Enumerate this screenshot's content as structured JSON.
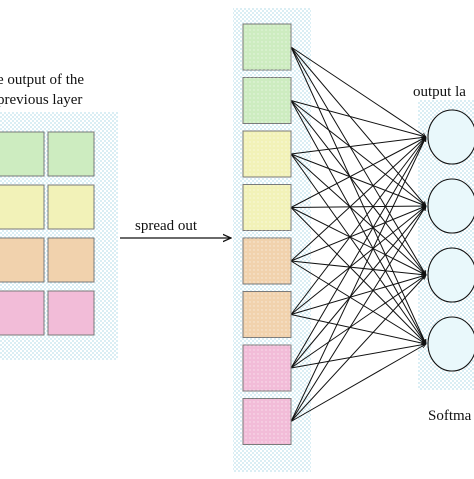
{
  "labels": {
    "prev_layer_line1": "e output of the",
    "prev_layer_line2": "previous layer",
    "spread_out": "spread out",
    "output_layer": "output la",
    "softmax": "Softma"
  },
  "colors": {
    "green": "#cdecc0",
    "yellow": "#f2f2b8",
    "orange": "#f1d2ad",
    "pink": "#f2bcd8",
    "cell_border": "#7a7a7a",
    "dotted_bg": "#bfe3ec",
    "node_fill": "#e9f8fb",
    "node_border": "#111111",
    "edge": "#111111"
  },
  "input_grid": {
    "rows": [
      "green",
      "yellow",
      "orange",
      "pink"
    ],
    "columns": 2
  },
  "flattened": [
    "green",
    "green",
    "yellow",
    "yellow",
    "orange",
    "orange",
    "pink",
    "pink"
  ],
  "output_nodes": 4,
  "connections": "fully-connected"
}
